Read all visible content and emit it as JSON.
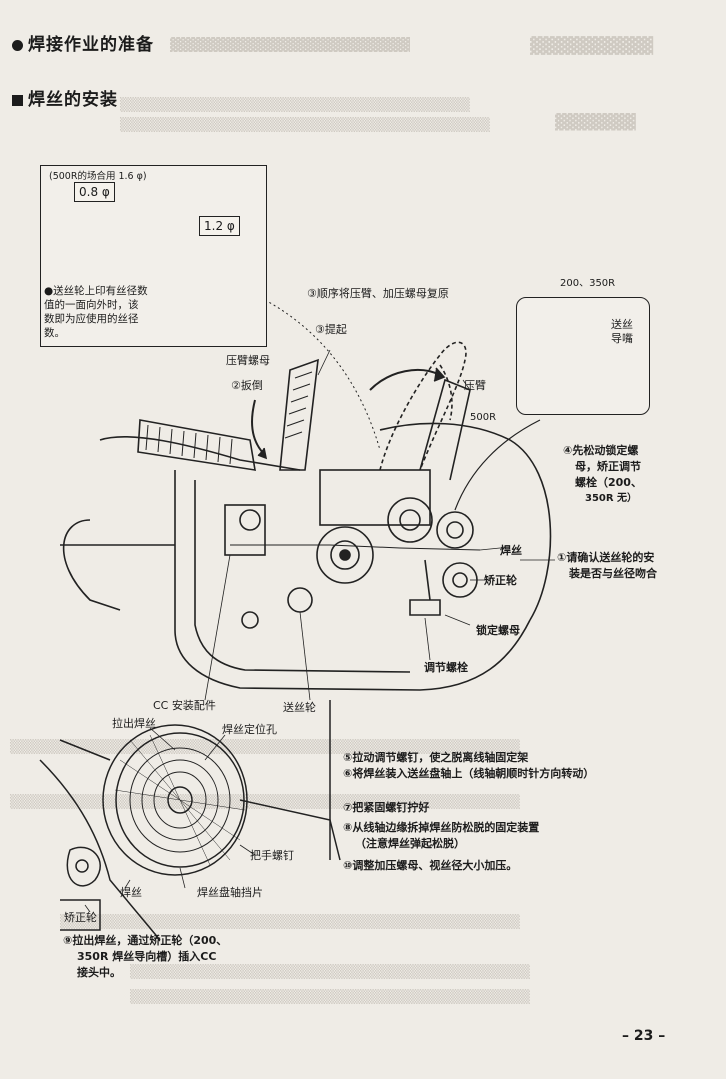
{
  "section_title": "焊接作业的准备",
  "subsection_title": "焊丝的安装",
  "inset_top": {
    "case_note": "(500R的场合用 1.6 φ)",
    "size_small": "0.8 φ",
    "size_large": "1.2 φ",
    "note": [
      "●送丝轮上印有丝径数",
      "值的一面向外时，该",
      "数即为应使用的丝径",
      "数。"
    ]
  },
  "inset_right": {
    "models": "200、350R",
    "label": [
      "送丝",
      "导嘴"
    ]
  },
  "labels": {
    "reset": "③顺序将压臂、加压螺母复原",
    "lift": "③提起",
    "arm_nut": "压臂螺母",
    "pull_down": "②扳倒",
    "arm": "压臂",
    "model_500r": "500R",
    "loosen_lock": [
      "④先松动锁定螺",
      "母，矫正调节",
      "螺栓（200、",
      "350R 无）"
    ],
    "wire": "焊丝",
    "straightener": "矫正轮",
    "lock_nut": "锁定螺母",
    "adjust_bolt": "调节螺栓",
    "confirm": [
      "①请确认送丝轮的安",
      "装是否与丝径吻合"
    ],
    "cc_part": "CC 安装配件",
    "feed_roller": "送丝轮",
    "pull_wire": "拉出焊丝",
    "wire_locator": "焊丝定位孔",
    "handle_screw": "把手螺钉",
    "wire2": "焊丝",
    "reel_stop": "焊丝盘轴挡片",
    "straightener2": "矫正轮"
  },
  "steps": [
    "⑤拉动调节螺钉，使之脱离线轴固定架",
    "⑥将焊丝装入送丝盘轴上（线轴朝顺时针方向转动）",
    "⑦把紧固螺钉拧好",
    "⑧从线轴边缘拆掉焊丝防松脱的固定装置",
    "（注意焊丝弹起松脱）",
    "⑩调整加压螺母、视丝径大小加压。"
  ],
  "step9": [
    "⑨拉出焊丝，通过矫正轮（200、",
    "350R 焊丝导向槽）插入CC",
    "接头中。"
  ],
  "page_number": "– 23 –"
}
